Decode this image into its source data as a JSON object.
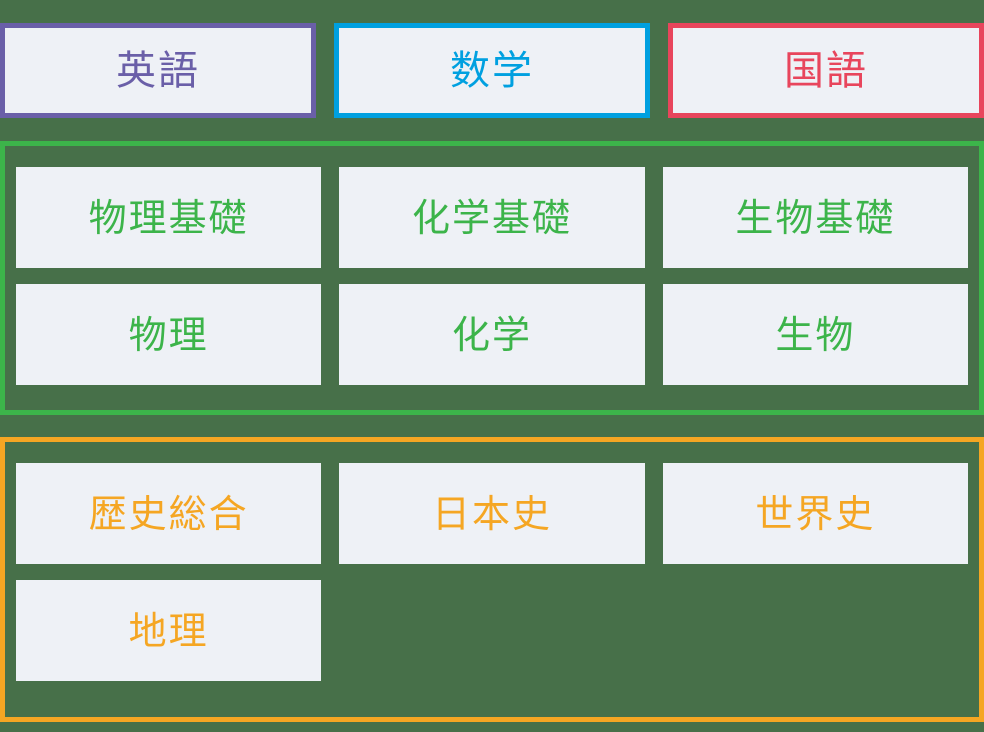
{
  "theme": {
    "page_background": "#477049",
    "tile_background": "#eef1f6"
  },
  "top_row": {
    "buttons": [
      {
        "label": "英語",
        "color": "#6a5fa8",
        "name": "subject-button-english"
      },
      {
        "label": "数学",
        "color": "#00a0e0",
        "name": "subject-button-math"
      },
      {
        "label": "国語",
        "color": "#e8455c",
        "name": "subject-button-japanese"
      }
    ]
  },
  "groups": [
    {
      "name": "science-group",
      "color": "#3cb44a",
      "rows": [
        [
          {
            "label": "物理基礎",
            "name": "subject-cell-physics-basic"
          },
          {
            "label": "化学基礎",
            "name": "subject-cell-chemistry-basic"
          },
          {
            "label": "生物基礎",
            "name": "subject-cell-biology-basic"
          }
        ],
        [
          {
            "label": "物理",
            "name": "subject-cell-physics"
          },
          {
            "label": "化学",
            "name": "subject-cell-chemistry"
          },
          {
            "label": "生物",
            "name": "subject-cell-biology"
          }
        ]
      ]
    },
    {
      "name": "social-studies-group",
      "color": "#f5a623",
      "rows": [
        [
          {
            "label": "歴史総合",
            "name": "subject-cell-history-general"
          },
          {
            "label": "日本史",
            "name": "subject-cell-japanese-history"
          },
          {
            "label": "世界史",
            "name": "subject-cell-world-history"
          }
        ],
        [
          {
            "label": "地理",
            "name": "subject-cell-geography"
          },
          {
            "label": "",
            "name": "empty-slot-1",
            "empty": true
          },
          {
            "label": "",
            "name": "empty-slot-2",
            "empty": true
          }
        ]
      ]
    }
  ]
}
